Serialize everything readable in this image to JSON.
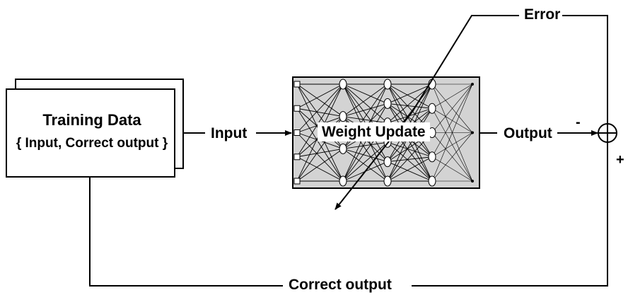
{
  "diagram": {
    "training_box": {
      "title": "Training Data",
      "subtitle": "{ Input, Correct output }"
    },
    "labels": {
      "input": "Input",
      "weight_update": "Weight Update",
      "output": "Output",
      "error": "Error",
      "correct_output": "Correct output",
      "minus": "-",
      "plus": "+"
    },
    "network": {
      "layer_sizes": [
        5,
        4,
        6,
        5,
        3
      ],
      "background": "#d3d3d3"
    }
  }
}
